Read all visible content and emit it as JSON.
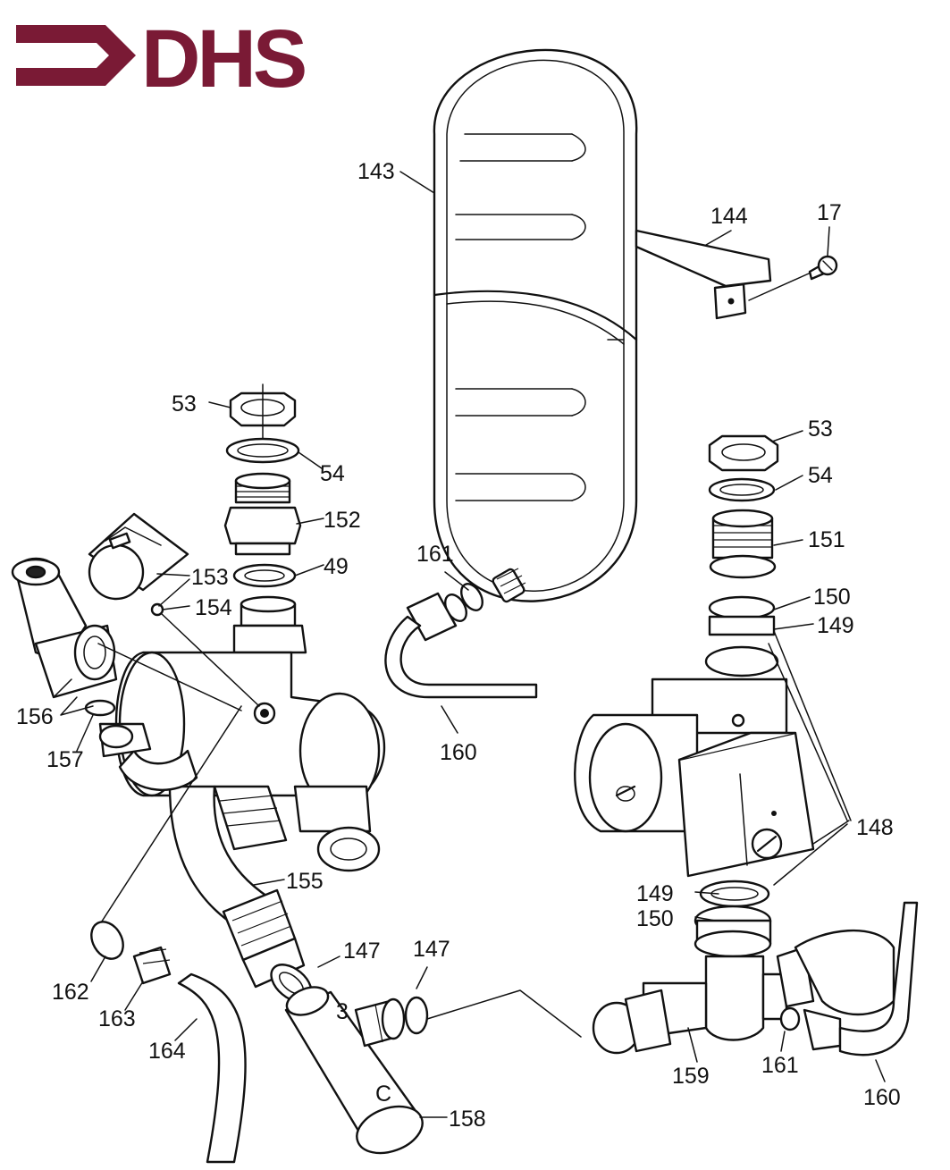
{
  "brand": {
    "logo_text": "DHS",
    "logo_color": "#7a1a35"
  },
  "labels": {
    "p143": "143",
    "p144": "144",
    "p17": "17",
    "p53_left": "53",
    "p54_left": "54",
    "p152": "152",
    "p49": "49",
    "p153": "153",
    "p154": "154",
    "p156": "156",
    "p157": "157",
    "p155": "155",
    "p161_top": "161",
    "p160_top": "160",
    "p53_right": "53",
    "p54_right": "54",
    "p151": "151",
    "p150_top": "150",
    "p149_top": "149",
    "p148": "148",
    "p149_bottom": "149",
    "p150_bottom": "150",
    "p147_left": "147",
    "p147_right": "147",
    "p162": "162",
    "p163": "163",
    "p164": "164",
    "p158": "158",
    "p159": "159",
    "p161_bottom": "161",
    "p160_bottom": "160"
  }
}
